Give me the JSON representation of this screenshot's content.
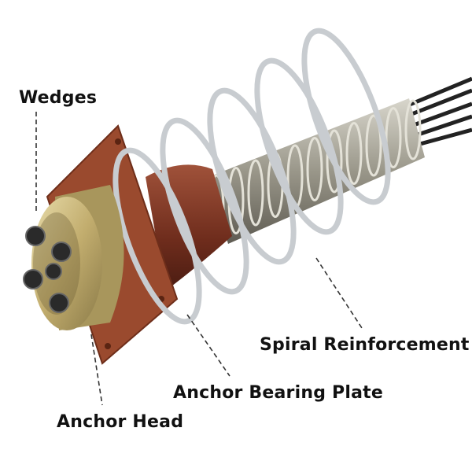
{
  "labels": {
    "wedges": "Wedges",
    "spiral": "Spiral Reinforcement",
    "bearing_plate": "Anchor Bearing Plate",
    "anchor_head": "Anchor Head"
  },
  "colors": {
    "plate": "#9a4a2e",
    "trumpet": "#7a3322",
    "head": "#c9b47a",
    "spiral": "#c8ccd0",
    "duct": "#9c9a90",
    "strand": "#222222"
  }
}
